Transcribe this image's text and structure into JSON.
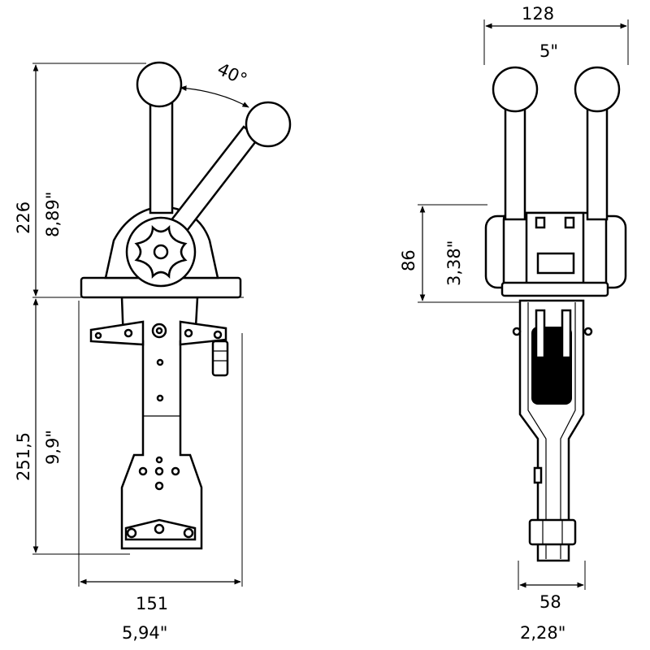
{
  "dimensions": {
    "lever_angle": "40°",
    "side_height_mm": "226",
    "side_height_in": "8,89\"",
    "body_height_mm": "251,5",
    "body_height_in": "9,9\"",
    "side_width_mm": "151",
    "side_width_in": "5,94\"",
    "front_width_mm": "128",
    "front_width_in": "5\"",
    "front_height_mm": "86",
    "front_height_in": "3,38\"",
    "front_base_mm": "58",
    "front_base_in": "2,28\""
  },
  "colors": {
    "ink": "#000000",
    "paper": "#ffffff"
  }
}
